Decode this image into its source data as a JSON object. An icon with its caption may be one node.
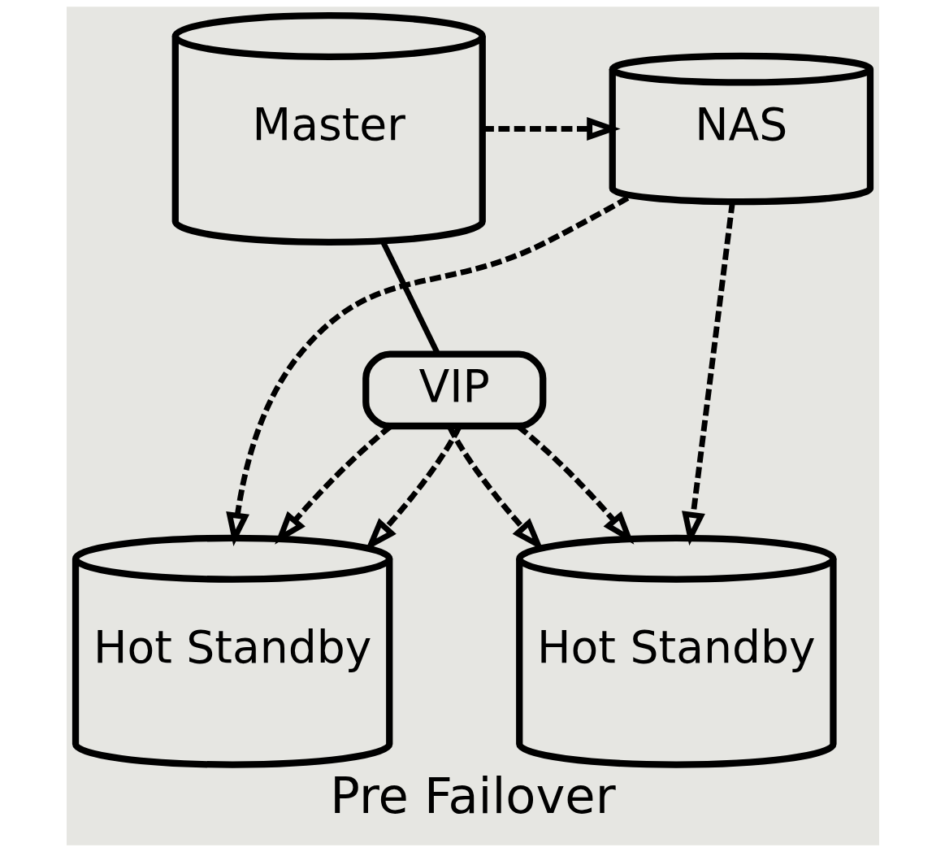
{
  "diagram": {
    "caption": "Pre Failover",
    "nodes": [
      {
        "text": [
          "Master"
        ]
      },
      {
        "text": [
          "NAS"
        ]
      },
      {
        "text": [
          "VIP"
        ]
      },
      {
        "text": [
          "Hot Standby"
        ]
      },
      {
        "text": [
          "Hot Standby"
        ]
      }
    ],
    "edges": [
      {
        "from": 0,
        "to": 1,
        "arrow": "to",
        "style": "dashed"
      },
      {
        "from": 0,
        "to": 2,
        "arrow": "none"
      },
      {
        "from": 2,
        "to": 3,
        "arrow": "to",
        "style": "dashed"
      },
      {
        "from": 2,
        "to": 3,
        "arrow": "to",
        "style": "dashed"
      },
      {
        "from": 2,
        "to": 4,
        "arrow": "to",
        "style": "dashed"
      },
      {
        "from": 2,
        "to": 4,
        "arrow": "to",
        "style": "dashed"
      },
      {
        "from": 1,
        "to": 4,
        "arrow": "to",
        "style": "dashed"
      },
      {
        "from": 1,
        "to": 3,
        "arrow": "to",
        "style": "dashed"
      }
    ]
  }
}
